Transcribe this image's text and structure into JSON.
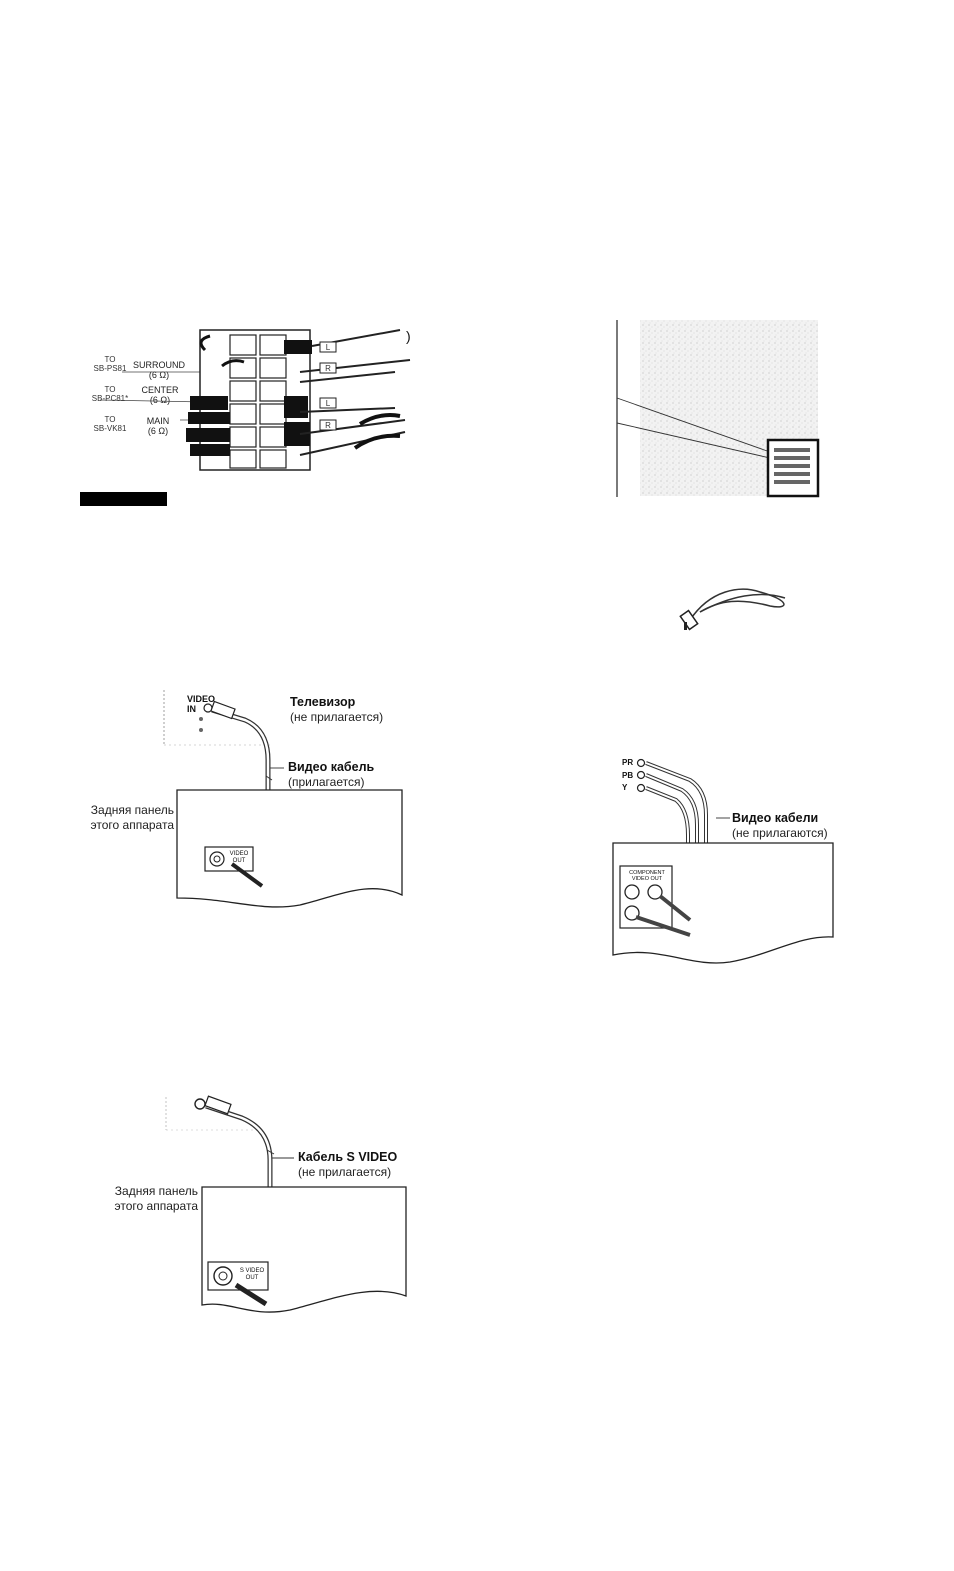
{
  "speaker_diagram": {
    "rows": [
      {
        "to": "TO",
        "model": "SB-PS81",
        "name": "SURROUND",
        "ohm": "(6 Ω)"
      },
      {
        "to": "TO",
        "model": "SB-PC81*",
        "name": "CENTER",
        "ohm": "(6 Ω)"
      },
      {
        "to": "TO",
        "model": "SB-VK81",
        "name": "MAIN",
        "ohm": "(6 Ω)"
      }
    ],
    "tags": [
      "L",
      "R",
      "L",
      "R"
    ],
    "bracket": ")"
  },
  "tv_diagram": {
    "video": "VIDEO",
    "in": "IN",
    "tv_title": "Телевизор",
    "tv_note": "(не прилагается)",
    "cable_title": "Видео кабель",
    "cable_note": "(прилагается)",
    "rear_line1": "Задняя панель",
    "rear_line2": "этого аппарата",
    "jack_label_1": "VIDEO",
    "jack_label_2": "OUT"
  },
  "svideo_diagram": {
    "cable_title": "Кабель S VIDEO",
    "cable_note": "(не прилагается)",
    "rear_line1": "Задняя панель",
    "rear_line2": "этого аппарата",
    "jack_label_1": "S VIDEO",
    "jack_label_2": "OUT"
  },
  "component_diagram": {
    "jacks": [
      "PR",
      "PB",
      "Y"
    ],
    "cable_title": "Видео кабели",
    "cable_note": "(не прилагаются)",
    "panel_label_1": "COMPONENT",
    "panel_label_2": "VIDEO OUT"
  }
}
